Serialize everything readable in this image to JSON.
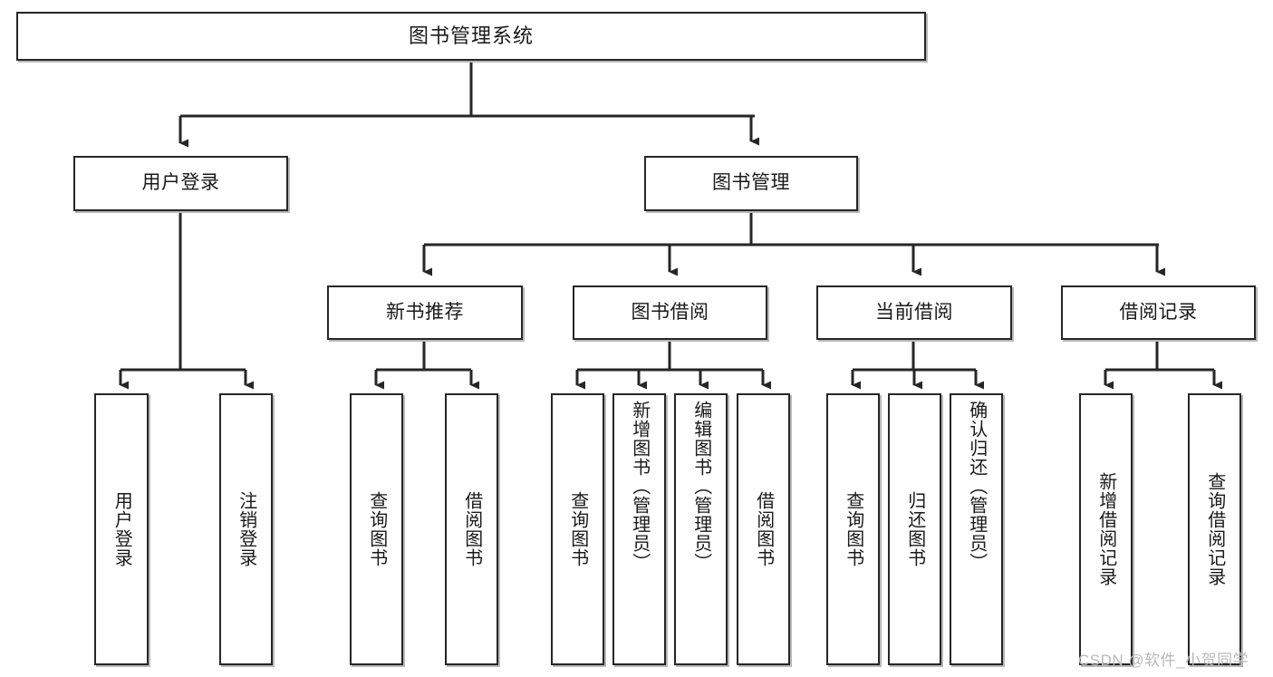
{
  "diagram": {
    "type": "tree-hierarchy",
    "title": "图书管理系统",
    "watermark": "CSDN @软件_小贺同学",
    "colors": {
      "stroke": "#262626",
      "shadow": "#b8b8b8",
      "background": "#ffffff",
      "text": "#1a1a1a",
      "watermark": "#b9b9b9"
    },
    "nodes": {
      "root": {
        "id": "root",
        "label": "图书管理系统",
        "level": 1,
        "orientation": "horizontal"
      },
      "l2": [
        {
          "id": "user-login",
          "label": "用户登录",
          "level": 2,
          "orientation": "horizontal"
        },
        {
          "id": "book-manage",
          "label": "图书管理",
          "level": 2,
          "orientation": "horizontal"
        }
      ],
      "l3": [
        {
          "id": "new-book-recommend",
          "label": "新书推荐",
          "level": 3,
          "orientation": "horizontal"
        },
        {
          "id": "book-borrow",
          "label": "图书借阅",
          "level": 3,
          "orientation": "horizontal"
        },
        {
          "id": "current-borrow",
          "label": "当前借阅",
          "level": 3,
          "orientation": "horizontal"
        },
        {
          "id": "borrow-record",
          "label": "借阅记录",
          "level": 3,
          "orientation": "horizontal"
        }
      ],
      "leaves": [
        {
          "id": "leaf-user-login",
          "label": "用户登录",
          "parent": "user-login",
          "orientation": "vertical"
        },
        {
          "id": "leaf-logout-login",
          "label": "注销登录",
          "parent": "user-login",
          "orientation": "vertical"
        },
        {
          "id": "leaf-query-book-1",
          "label": "查询图书",
          "parent": "new-book-recommend",
          "orientation": "vertical"
        },
        {
          "id": "leaf-borrow-book-1",
          "label": "借阅图书",
          "parent": "new-book-recommend",
          "orientation": "vertical"
        },
        {
          "id": "leaf-query-book-2",
          "label": "查询图书",
          "parent": "book-borrow",
          "orientation": "vertical"
        },
        {
          "id": "leaf-add-book",
          "label": "新增图书（管理员）",
          "parent": "book-borrow",
          "orientation": "vertical"
        },
        {
          "id": "leaf-edit-book",
          "label": "编辑图书（管理员）",
          "parent": "book-borrow",
          "orientation": "vertical"
        },
        {
          "id": "leaf-borrow-book-2",
          "label": "借阅图书",
          "parent": "book-borrow",
          "orientation": "vertical"
        },
        {
          "id": "leaf-query-book-3",
          "label": "查询图书",
          "parent": "current-borrow",
          "orientation": "vertical"
        },
        {
          "id": "leaf-return-book",
          "label": "归还图书",
          "parent": "current-borrow",
          "orientation": "vertical"
        },
        {
          "id": "leaf-confirm-return",
          "label": "确认归还（管理员）",
          "parent": "current-borrow",
          "orientation": "vertical"
        },
        {
          "id": "leaf-add-borrow-record",
          "label": "新增借阅记录",
          "parent": "borrow-record",
          "orientation": "vertical"
        },
        {
          "id": "leaf-query-borrow-record",
          "label": "查询借阅记录",
          "parent": "borrow-record",
          "orientation": "vertical"
        }
      ]
    }
  }
}
